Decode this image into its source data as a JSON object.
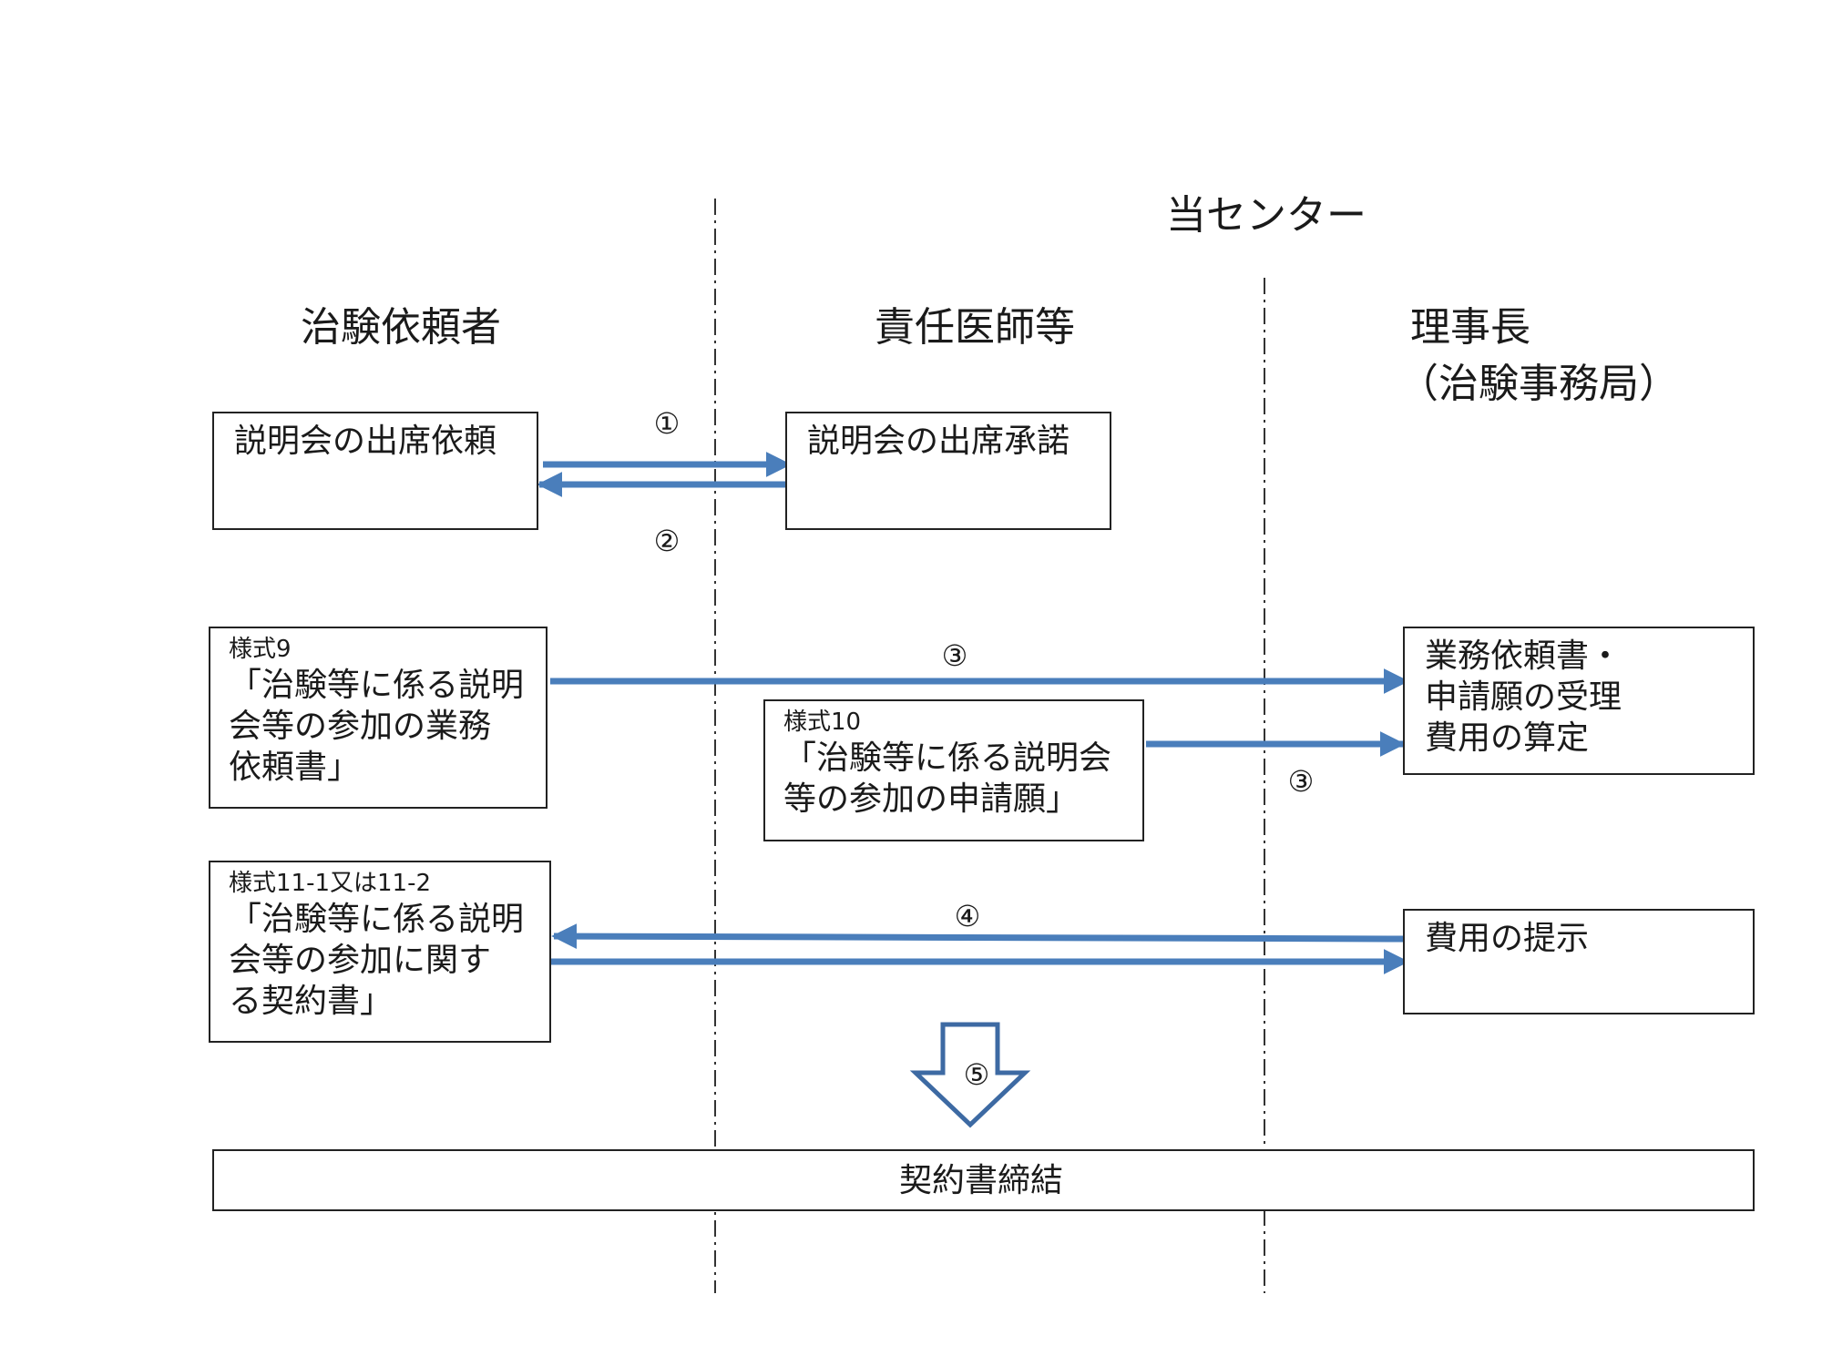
{
  "headers": {
    "center": "当センター",
    "sponsor": "治験依頼者",
    "physician": "責任医師等",
    "director_line1": "理事長",
    "director_line2": "（治験事務局）"
  },
  "boxes": {
    "meeting_request": "説明会の出席依頼",
    "meeting_consent": "説明会の出席承諾",
    "form9": {
      "no": "様式9",
      "title": "「治験等に係る説明\n会等の参加の業務\n依頼書」"
    },
    "form10": {
      "no": "様式10",
      "title": "「治験等に係る説明会\n等の参加の申請願」"
    },
    "receipt": "業務依頼書・\n申請願の受理\n費用の算定",
    "form11": {
      "no": "様式11-1又は11-2",
      "title": "「治験等に係る説明\n会等の参加に関す\nる契約書」"
    },
    "cost_presentation": "費用の提示",
    "contract_conclusion": "契約書締結"
  },
  "steps": {
    "s1": "①",
    "s2": "②",
    "s3a": "③",
    "s3b": "③",
    "s4": "④",
    "s5": "⑤"
  },
  "colors": {
    "arrow": "#4a7ebb",
    "box_border": "#222222",
    "divider": "#333333"
  }
}
